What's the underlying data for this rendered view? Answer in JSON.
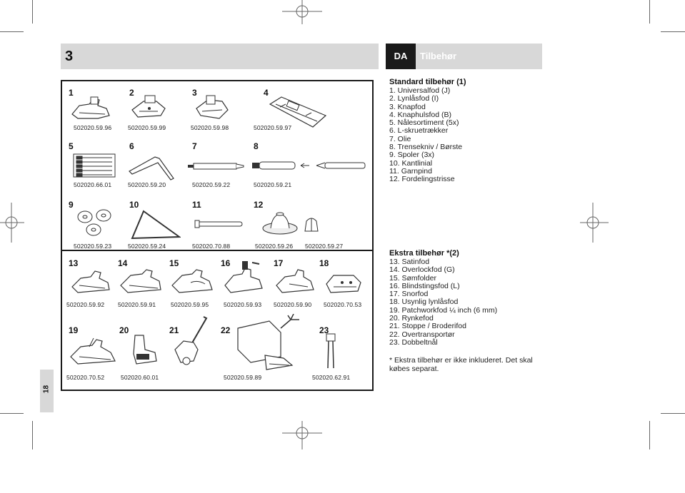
{
  "page": {
    "chapter_number": "3",
    "language_code": "DA",
    "section_title": "Tilbehør",
    "page_number": "18"
  },
  "accessory_figure": {
    "rows": [
      {
        "numbers": [
          "1",
          "2",
          "3",
          "4"
        ],
        "codes": [
          "502020.59.96",
          "502020.59.99",
          "502020.59.98",
          "502020.59.97"
        ]
      },
      {
        "numbers": [
          "5",
          "6",
          "7",
          "8"
        ],
        "codes": [
          "502020.66.01",
          "502020.59.20",
          "502020.59.22",
          "502020.59.21"
        ]
      },
      {
        "numbers": [
          "9",
          "10",
          "11",
          "12"
        ],
        "codes": [
          "502020.59.23",
          "502020.59.24",
          "502020.70.88",
          "502020.59.26",
          "502020.59.27"
        ]
      },
      {
        "numbers": [
          "13",
          "14",
          "15",
          "16",
          "17",
          "18"
        ],
        "codes": [
          "502020.59.92",
          "502020.59.91",
          "502020.59.95",
          "502020.59.93",
          "502020.59.90",
          "502020.70.53"
        ]
      },
      {
        "numbers": [
          "19",
          "20",
          "21",
          "22",
          "23"
        ],
        "codes": [
          "502020.70.52",
          "502020.60.01",
          "502020.59.89",
          "502020.62.91"
        ]
      }
    ]
  },
  "standard_accessories": {
    "title": "Standard tilbehør (1)",
    "items": [
      "1.  Universalfod (J)",
      "2.  Lynlåsfod (I)",
      "3.  Knapfod",
      "4.  Knaphulsfod (B)",
      "5.  Nålesortiment (5x)",
      "6.  L-skruetrækker",
      "7.  Olie",
      "8.  Trensekniv / Børste",
      "9.  Spoler (3x)",
      "10. Kantlinial",
      "11. Garnpind",
      "12. Fordelingstrisse"
    ]
  },
  "extra_accessories": {
    "title": "Ekstra tilbehør *(2)",
    "items": [
      "13. Satinfod",
      "14. Overlockfod (G)",
      "15. Sømfolder",
      "16. Blindstingsfod (L)",
      "17. Snorfod",
      "18. Usynlig lynlåsfod",
      "19. Patchworkfod ¼ inch (6 mm)",
      "20. Rynkefod",
      "21. Stoppe / Broderifod",
      "22. Overtransportør",
      "23. Dobbeltnål"
    ]
  },
  "footnote": "* Ekstra tilbehør er ikke inkluderet. Det skal købes separat."
}
